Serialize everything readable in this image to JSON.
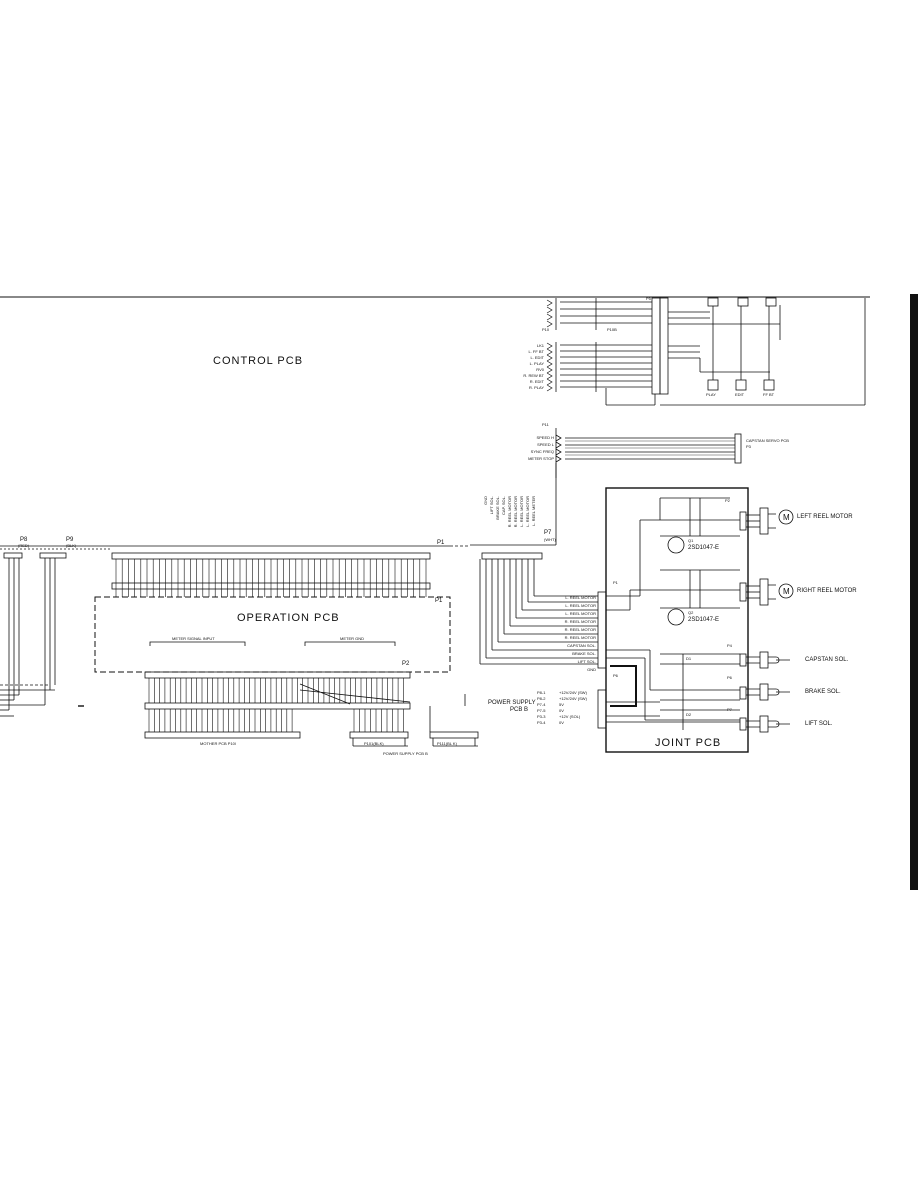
{
  "boards": {
    "control": "CONTROL PCB",
    "operation": "OPERATION PCB",
    "joint": "JOINT PCB",
    "mother": "MOTHER PCB  P10l",
    "power_b": "POWER SUPPLY PCB B",
    "power_b_stack": [
      "POWER SUPPLY",
      "PCB B"
    ]
  },
  "connectors": {
    "p1": "P1",
    "p2": "P2",
    "p7": "P7",
    "p7_color": "(WHT)",
    "p8": "P8",
    "p8_color": "(RED)",
    "p9": "P9",
    "p9_color": "(BLK)",
    "p10": "P10",
    "p10b": "P10B",
    "p11": "P11",
    "p101": "P101(BLK)",
    "p111": "P111(BL K)",
    "p5": "P5",
    "p6": "P6"
  },
  "meter_labels": {
    "signal_input": "METER SIGNAL INPUT",
    "gnd": "METER GND"
  },
  "p11_signals": [
    "SPEED H",
    "SPEED L",
    "SYNC FREQ",
    "METER STOP"
  ],
  "capstan_servo": [
    "CAPSTAN SERVO PCB",
    "P3"
  ],
  "motors": {
    "left": "LEFT REEL MOTOR",
    "right": "RIGHT REEL MOTOR"
  },
  "solenoids": {
    "capstan": "CAPSTAN SOL.",
    "brake": "BRAKE SOL.",
    "lift": "LIFT SOL."
  },
  "solenoid_connectors": [
    "P4",
    "P6",
    "P7"
  ],
  "joint_p1_pins": [
    "L. REEL MOTOR",
    "L. REEL MOTOR",
    "L. REEL MOTOR",
    "R. REEL MOTOR",
    "R. REEL MOTOR",
    "R. REEL MOTOR",
    "CAPSTAN SOL.",
    "BRAKE SOL.",
    "LIFT SOL.",
    "GND"
  ],
  "power_pins": [
    "+12V/24V (SW)",
    "+12V/24V (SW)",
    "5V",
    "0V",
    "+12V (SOL)",
    "0V"
  ],
  "power_pin_refs": [
    "P8-1",
    "P8-2",
    "P7-4",
    "P7-5",
    "P3-3",
    "P3-4"
  ],
  "transistors": {
    "q1": "Q1",
    "q1_part": "2SD1047-E",
    "q2": "Q2",
    "q2_part": "2SD1047-E"
  },
  "diodes": [
    "D1",
    "D2"
  ],
  "lamp_labels": [
    "PLAY",
    "EDIT",
    "FF BT"
  ],
  "p7_wires": [
    "GND",
    "LIFT SOL.",
    "BRAKE SOL.",
    "CAP. SOL.",
    "R. REEL MOTOR",
    "R. REEL MOTOR",
    "L. REEL MOTOR",
    "L. REEL MOTOR",
    "L. REEL METER"
  ],
  "p10_labels": [
    "LK1",
    "L. FF BT",
    "L. EDIT",
    "L. PLAY",
    "RV0",
    "R. REW BT",
    "R. EDIT",
    "R. PLAY"
  ]
}
